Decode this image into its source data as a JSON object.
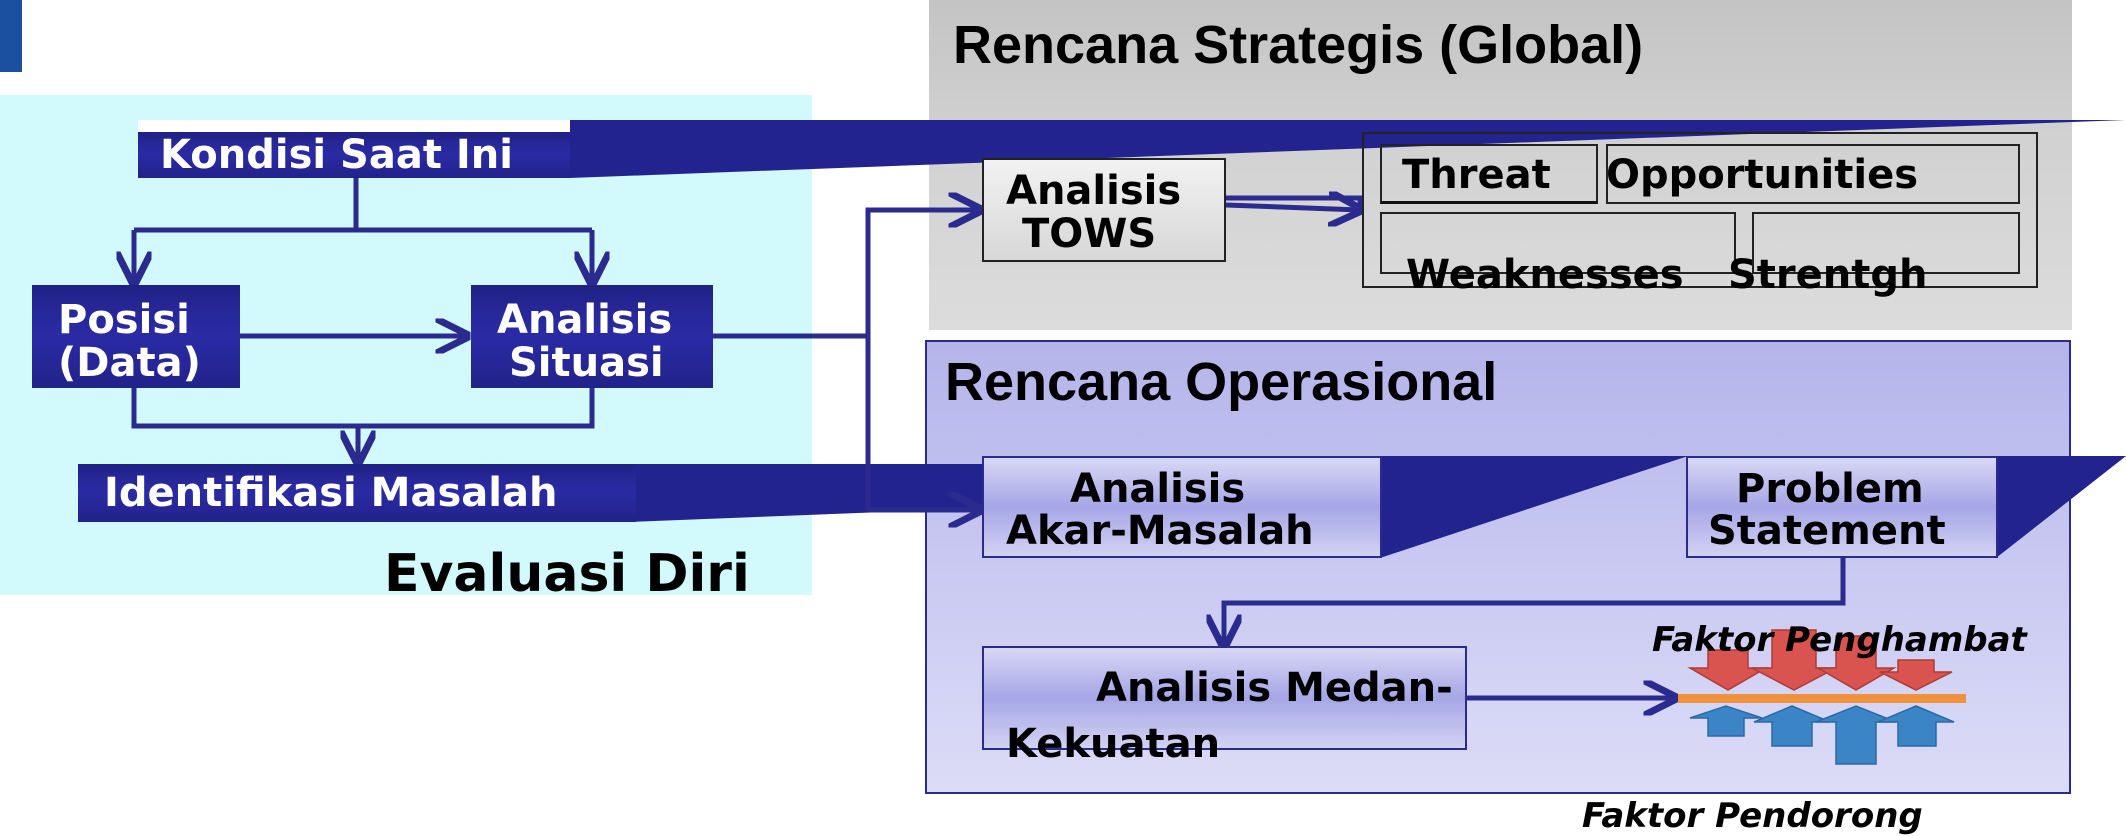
{
  "colors": {
    "navy": "#23238f",
    "line": "#2b2b8f",
    "eval_panel": "#d2fafc",
    "strategic_panel": "#cfcfcf",
    "operational_panel": "#c4c4f0",
    "red_arrow": "#d9544f",
    "blue_arrow": "#3b85c6",
    "orange_line": "#f0913c",
    "corner_accent": "#1b4fa0"
  },
  "evaluation": {
    "title": "Evaluasi Diri",
    "current_condition": "Kondisi Saat Ini",
    "position": {
      "line1": "Posisi",
      "line2": "(Data)"
    },
    "situation_analysis": {
      "line1": "Analisis",
      "line2": "Situasi"
    },
    "problem_identification": "Identifikasi Masalah"
  },
  "strategic": {
    "title": "Rencana Strategis (Global)",
    "tows_analysis": {
      "line1": "Analisis",
      "line2": "TOWS"
    },
    "matrix": {
      "threat": "Threat",
      "opportunities": "Opportunities",
      "weaknesses": "Weaknesses",
      "strength": "Strentgh"
    }
  },
  "operational": {
    "title": "Rencana Operasional",
    "root_cause": {
      "line1": "Analisis",
      "line2": "Akar-Masalah"
    },
    "problem_statement": {
      "line1": "Problem",
      "line2": "Statement"
    },
    "force_field": {
      "line1": "Analisis Medan-",
      "line2": "Kekuatan"
    },
    "restraining_factors": "Faktor Penghambat",
    "driving_factors": "Faktor Pendorong"
  },
  "icons": [
    "restraining-down-arrows",
    "driving-up-arrows"
  ]
}
